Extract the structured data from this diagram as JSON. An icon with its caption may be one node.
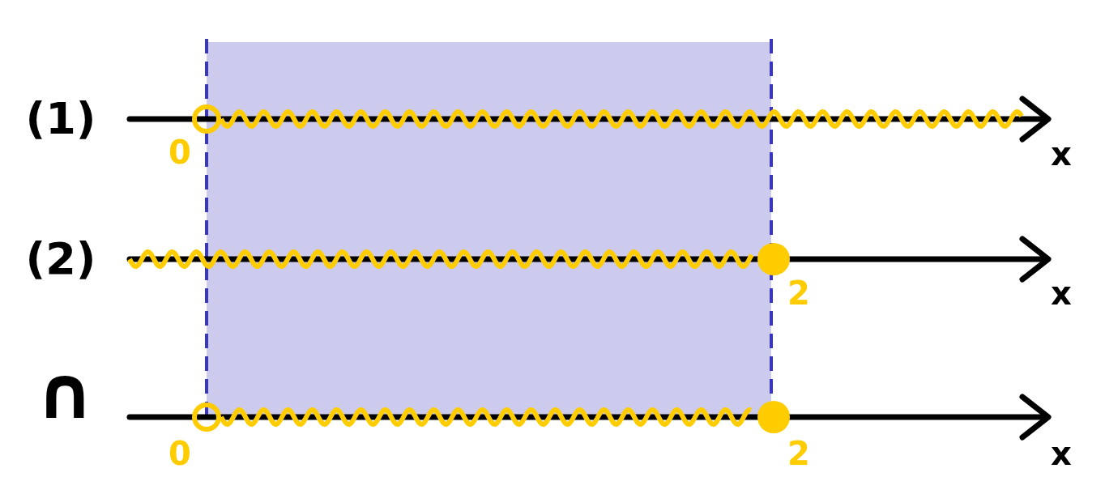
{
  "diagram": {
    "labels": [
      "(1)",
      "0",
      "x",
      "(2)",
      "2",
      "x",
      "∩",
      "0",
      "2",
      "x"
    ]
  }
}
